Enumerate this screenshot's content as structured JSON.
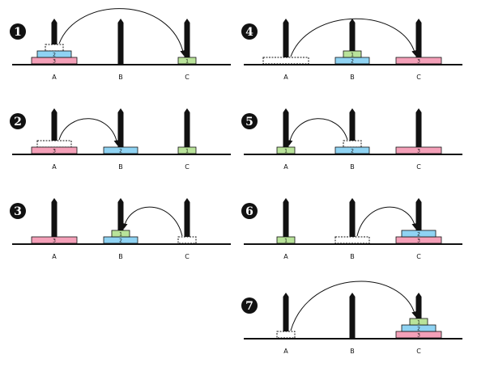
{
  "colors": {
    "disk1": "#b9e39a",
    "disk2": "#8fd3f3",
    "disk3": "#f4a0b8",
    "rod": "#111111",
    "outline": "#111111",
    "badge_bg": "#111111",
    "badge_fg": "#ffffff"
  },
  "rod_labels": [
    "A",
    "B",
    "C"
  ],
  "disk_labels": {
    "1": "1",
    "2": "2",
    "3": "3"
  },
  "steps": [
    {
      "badge": "1",
      "state": {
        "A": [
          3,
          2
        ],
        "B": [],
        "C": [
          1
        ]
      },
      "moved_disk": 1,
      "from": "A",
      "to": "C"
    },
    {
      "badge": "2",
      "state": {
        "A": [
          3
        ],
        "B": [
          2
        ],
        "C": [
          1
        ]
      },
      "moved_disk": 2,
      "from": "A",
      "to": "B"
    },
    {
      "badge": "3",
      "state": {
        "A": [
          3
        ],
        "B": [
          2,
          1
        ],
        "C": []
      },
      "moved_disk": 1,
      "from": "C",
      "to": "B"
    },
    {
      "badge": "4",
      "state": {
        "A": [],
        "B": [
          2,
          1
        ],
        "C": [
          3
        ]
      },
      "moved_disk": 3,
      "from": "A",
      "to": "C"
    },
    {
      "badge": "5",
      "state": {
        "A": [
          1
        ],
        "B": [
          2
        ],
        "C": [
          3
        ]
      },
      "moved_disk": 1,
      "from": "B",
      "to": "A"
    },
    {
      "badge": "6",
      "state": {
        "A": [
          1
        ],
        "B": [],
        "C": [
          3,
          2
        ]
      },
      "moved_disk": 2,
      "from": "B",
      "to": "C"
    },
    {
      "badge": "7",
      "state": {
        "A": [],
        "B": [],
        "C": [
          3,
          2,
          1
        ]
      },
      "moved_disk": 1,
      "from": "A",
      "to": "C"
    }
  ]
}
